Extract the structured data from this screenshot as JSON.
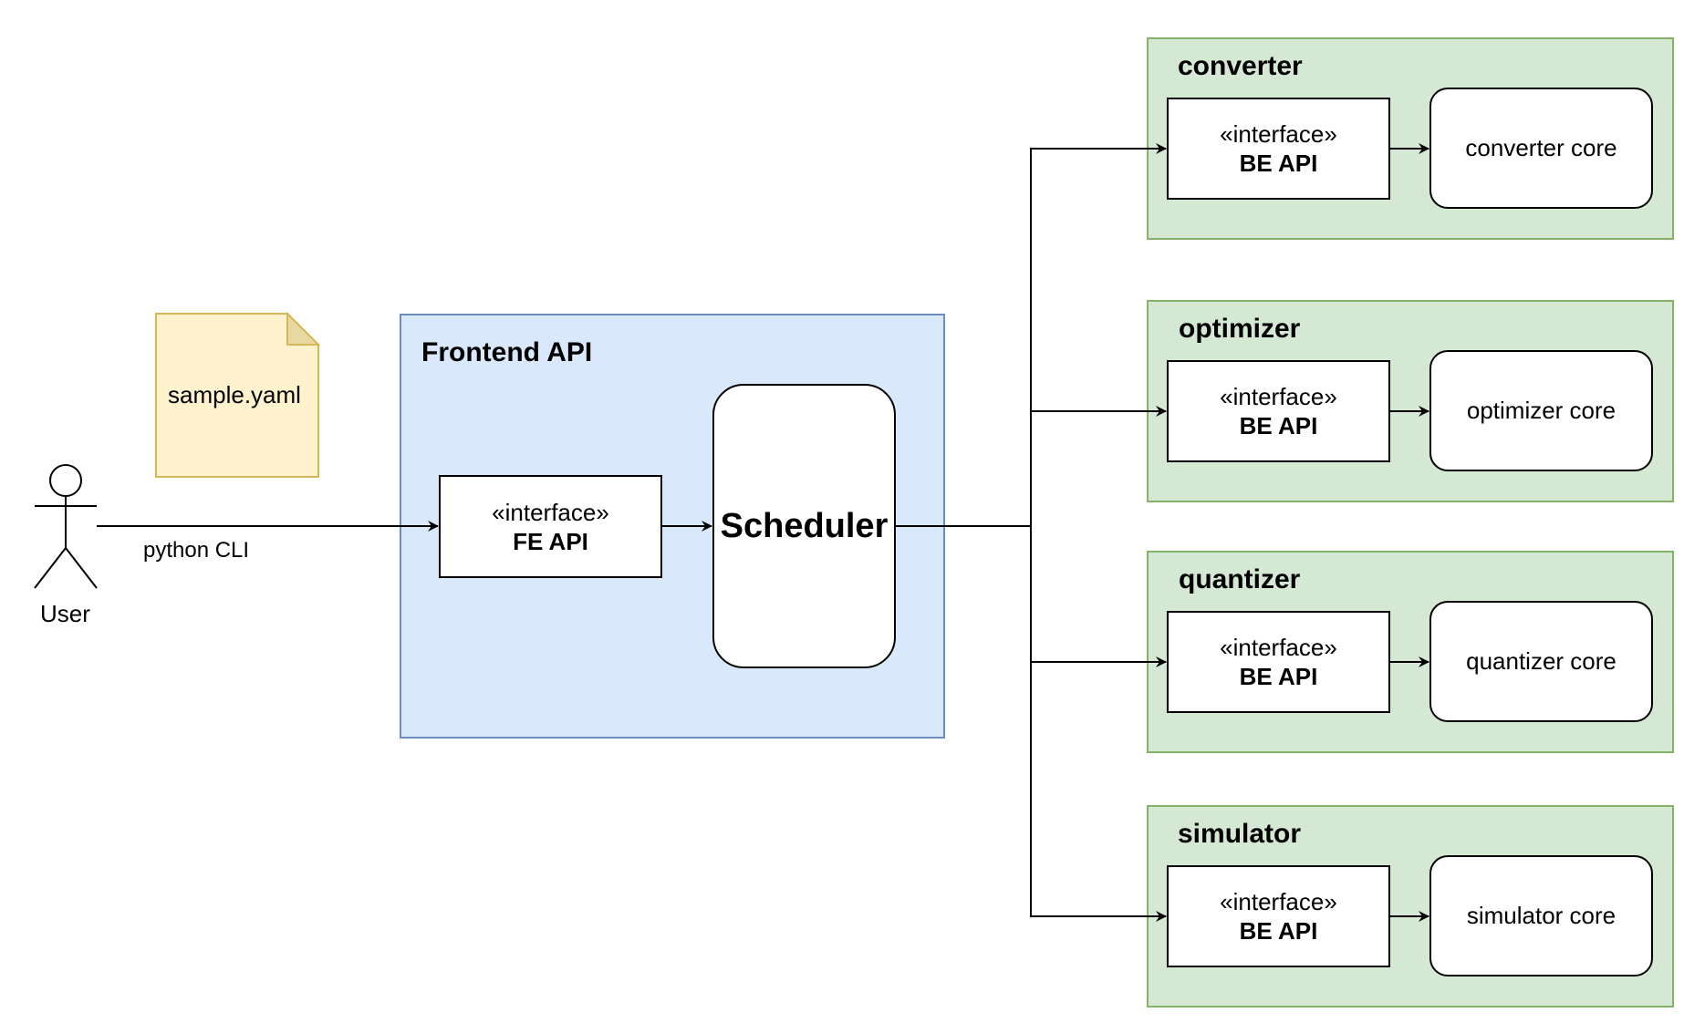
{
  "user": {
    "label": "User"
  },
  "file": {
    "label": "sample.yaml"
  },
  "edge_user_fe": {
    "label": "python CLI"
  },
  "frontend": {
    "title": "Frontend API",
    "interface": {
      "stereotype": "«interface»",
      "name": "FE API"
    },
    "scheduler": "Scheduler"
  },
  "backends": [
    {
      "title": "converter",
      "interface": {
        "stereotype": "«interface»",
        "name": "BE API"
      },
      "core": "converter core"
    },
    {
      "title": "optimizer",
      "interface": {
        "stereotype": "«interface»",
        "name": "BE API"
      },
      "core": "optimizer core"
    },
    {
      "title": "quantizer",
      "interface": {
        "stereotype": "«interface»",
        "name": "BE API"
      },
      "core": "quantizer core"
    },
    {
      "title": "simulator",
      "interface": {
        "stereotype": "«interface»",
        "name": "BE API"
      },
      "core": "simulator core"
    }
  ],
  "colors": {
    "frontend_fill": "#dae8fc",
    "frontend_stroke": "#6c8ebf",
    "backend_fill": "#d5e8d4",
    "backend_stroke": "#82b366",
    "note_fill": "#fff2cc",
    "note_stroke": "#d6b656"
  }
}
